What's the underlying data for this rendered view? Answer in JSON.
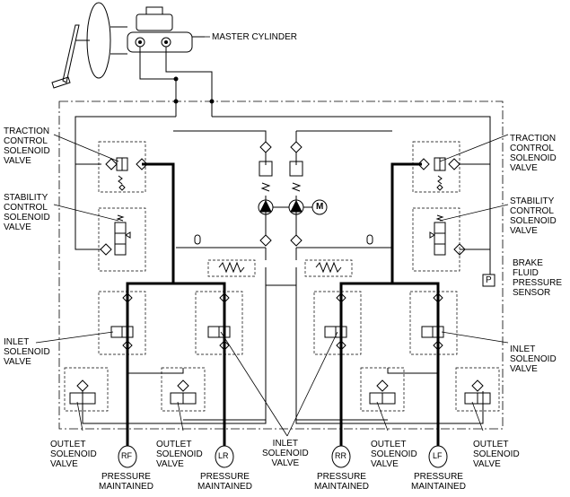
{
  "labels": {
    "master_cylinder": "MASTER CYLINDER",
    "traction_left": [
      "TRACTION",
      "CONTROL",
      "SOLENOID",
      "VALVE"
    ],
    "traction_right": [
      "TRACTION",
      "CONTROL",
      "SOLENOID",
      "VALVE"
    ],
    "stability_left": [
      "STABILITY",
      "CONTROL",
      "SOLENOID",
      "VALVE"
    ],
    "stability_right": [
      "STABILITY",
      "CONTROL",
      "SOLENOID",
      "VALVE"
    ],
    "pressure_sensor": [
      "BRAKE",
      "FLUID",
      "PRESSURE",
      "SENSOR"
    ],
    "inlet_left": [
      "INLET",
      "SOLENOID",
      "VALVE"
    ],
    "inlet_center": [
      "INLET",
      "SOLENOID",
      "VALVE"
    ],
    "inlet_right": [
      "INLET",
      "SOLENOID",
      "VALVE"
    ],
    "outlet_1": [
      "OUTLET",
      "SOLENOID",
      "VALVE"
    ],
    "outlet_2": [
      "OUTLET",
      "SOLENOID",
      "VALVE"
    ],
    "outlet_3": [
      "OUTLET",
      "SOLENOID",
      "VALVE"
    ],
    "outlet_4": [
      "OUTLET",
      "SOLENOID",
      "VALVE"
    ],
    "pm_1": [
      "PRESSURE",
      "MAINTAINED"
    ],
    "pm_2": [
      "PRESSURE",
      "MAINTAINED"
    ],
    "pm_3": [
      "PRESSURE",
      "MAINTAINED"
    ],
    "pm_4": [
      "PRESSURE",
      "MAINTAINED"
    ]
  },
  "ports": {
    "rf": "RF",
    "lr": "LR",
    "rr": "RR",
    "lf": "LF"
  },
  "symbols": {
    "motor": "M",
    "sensor": "P"
  },
  "colors": {
    "line": "#000000",
    "background": "#ffffff"
  }
}
